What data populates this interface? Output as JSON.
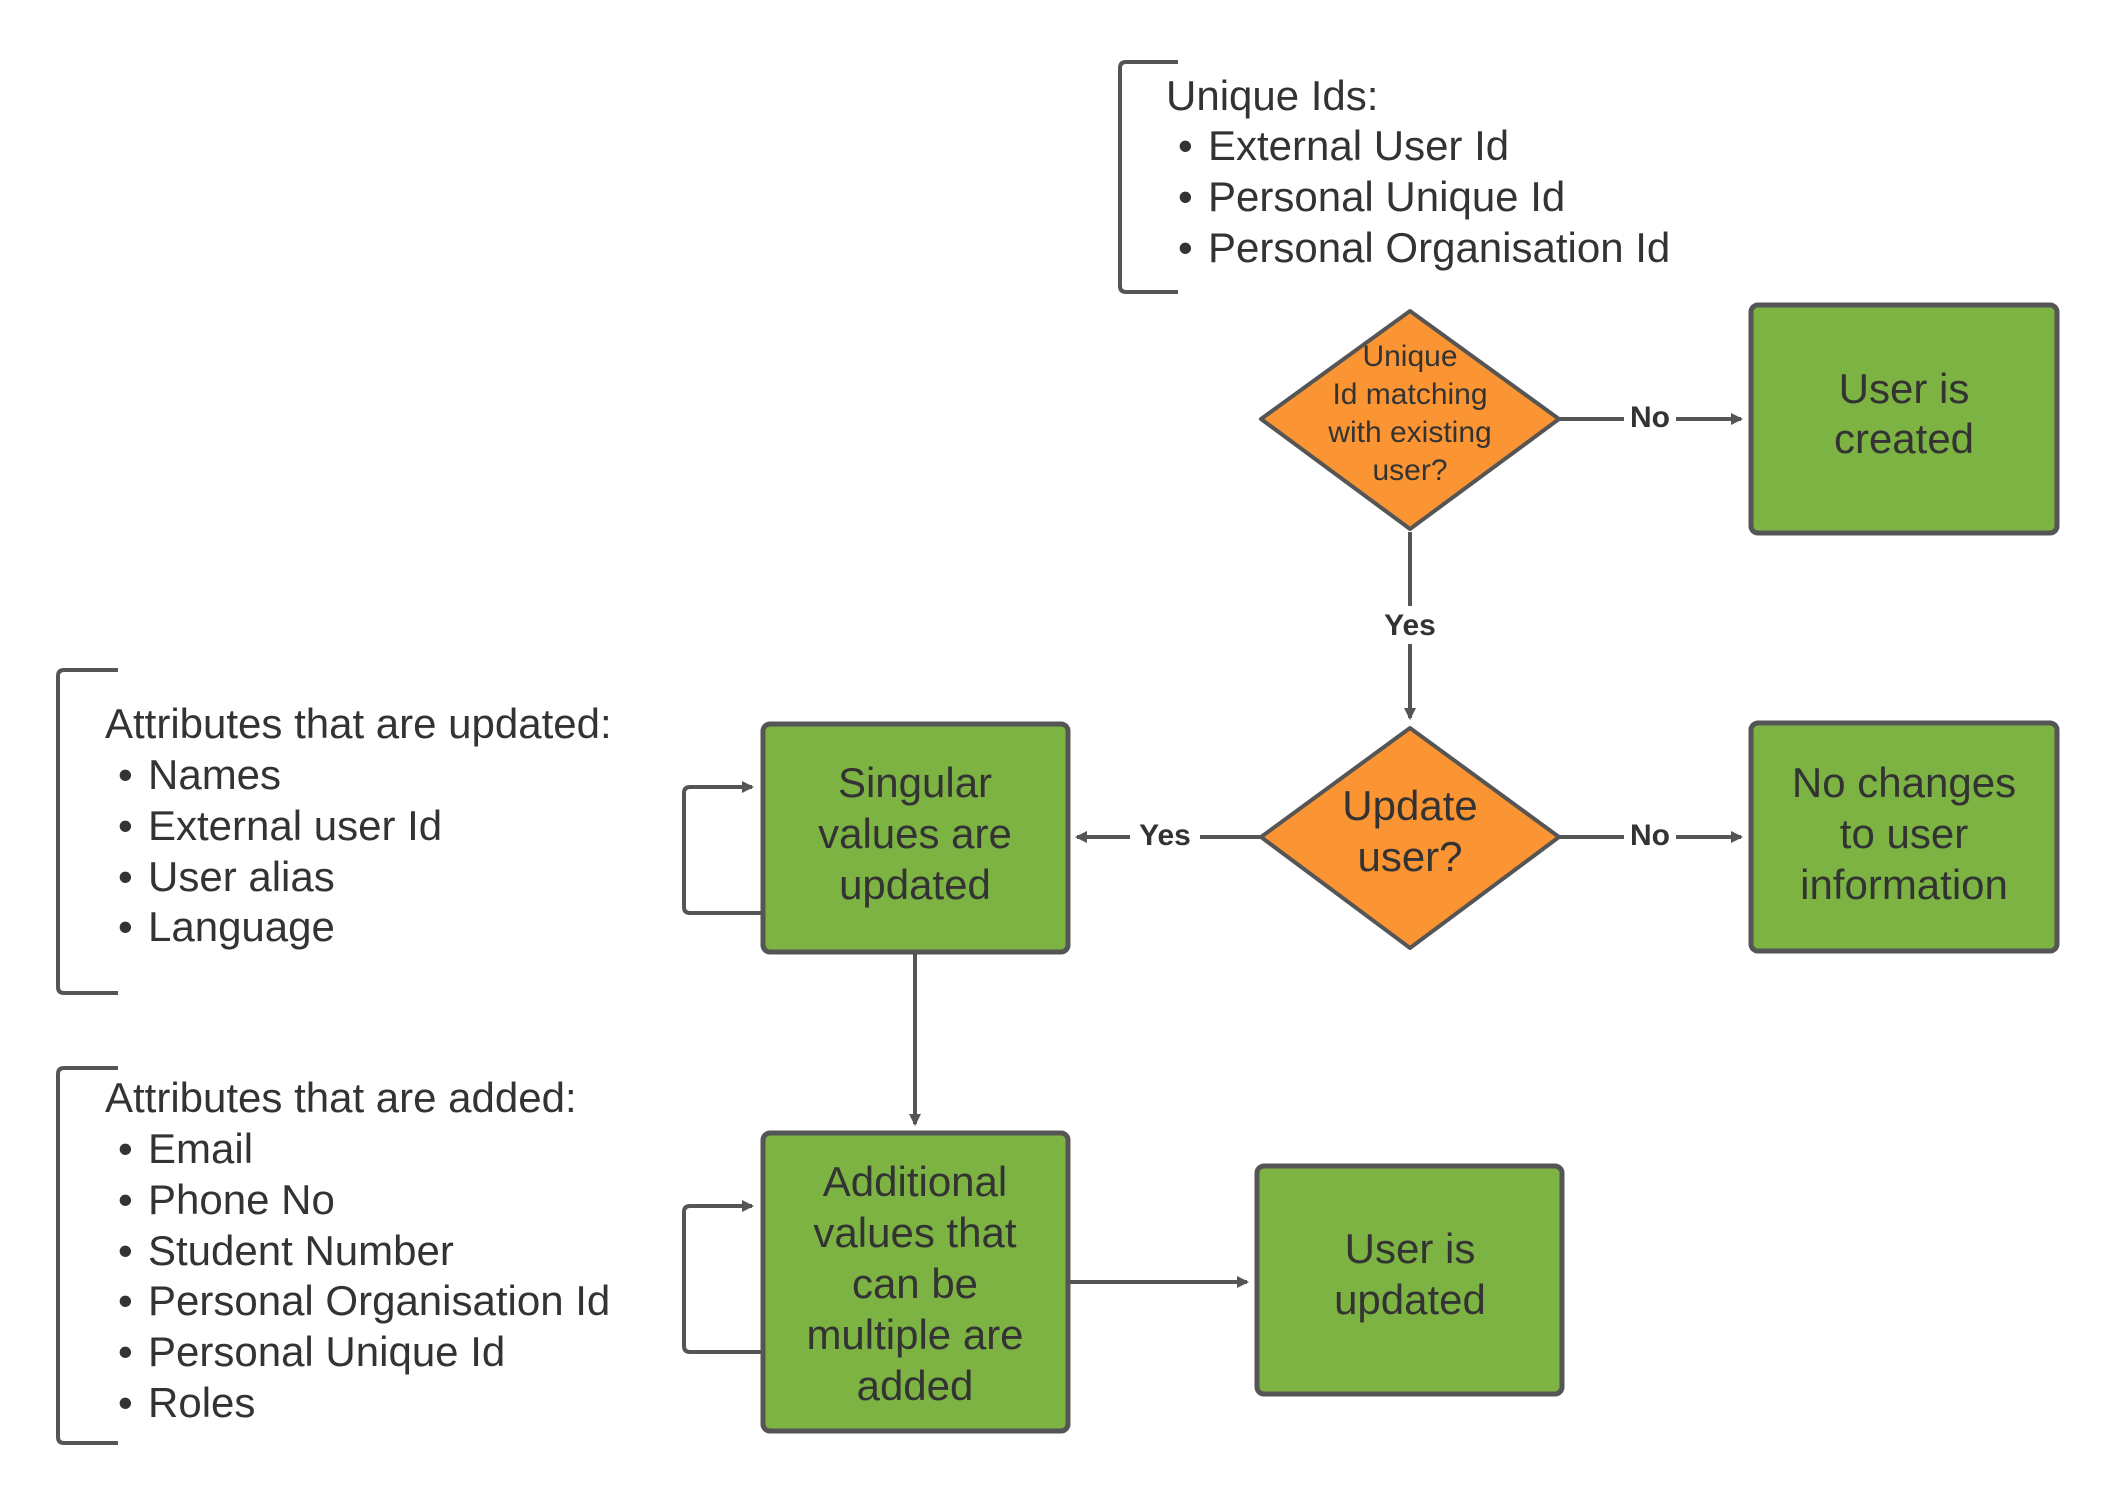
{
  "colors": {
    "process_fill": "#7cb342",
    "decision_fill": "#fb9432",
    "stroke": "#555555",
    "text": "#333333"
  },
  "annotations": {
    "unique_ids": {
      "title": "Unique Ids:",
      "items": [
        "External User Id",
        "Personal Unique Id",
        "Personal Organisation Id"
      ]
    },
    "updated": {
      "title": "Attributes that are updated:",
      "items": [
        "Names",
        "External user Id",
        "User alias",
        "Language"
      ]
    },
    "added": {
      "title": "Attributes that are added:",
      "items": [
        "Email",
        "Phone No",
        "Student Number",
        "Personal Organisation Id",
        "Personal Unique Id",
        "Roles"
      ]
    }
  },
  "nodes": {
    "decision_unique": [
      "Unique",
      "Id matching",
      "with existing",
      "user?"
    ],
    "user_created": [
      "User is",
      "created"
    ],
    "decision_update": [
      "Update",
      "user?"
    ],
    "no_changes": [
      "No changes",
      "to user",
      "information"
    ],
    "singular_updated": [
      "Singular",
      "values are",
      "updated"
    ],
    "additional_added": [
      "Additional",
      "values that",
      "can be",
      "multiple are",
      "added"
    ],
    "user_updated": [
      "User is",
      "updated"
    ]
  },
  "edge_labels": {
    "unique_no": "No",
    "unique_yes": "Yes",
    "update_no": "No",
    "update_yes": "Yes"
  }
}
